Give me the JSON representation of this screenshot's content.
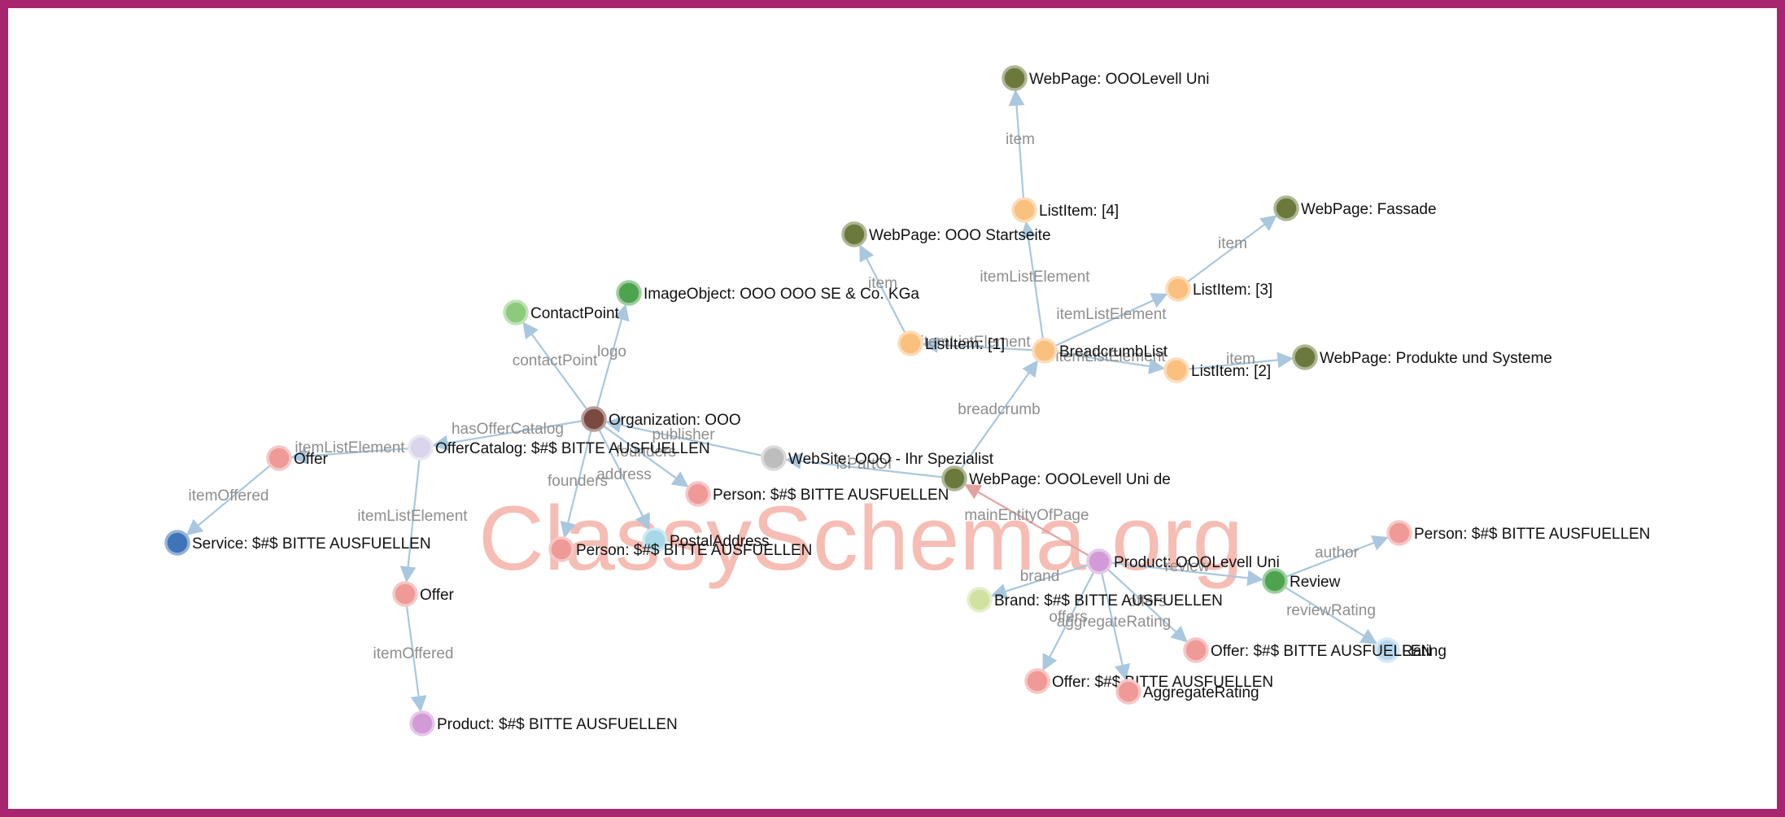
{
  "watermark": "ClassySchema.org",
  "colors": {
    "frame": "#A8256F",
    "edge": "#A9C7DE",
    "edge_highlight": "#E3A29F",
    "dark_olive": "#6B7A3C",
    "peach": "#F9C07E",
    "salmon": "#EF9A97",
    "green": "#4EA44E",
    "light_green": "#8CCB7C",
    "brown": "#7A4A40",
    "lavender": "#DAD5EA",
    "gray": "#BDBDBD",
    "blue": "#3E74B8",
    "light_blue": "#A8D8E6",
    "orchid": "#D29BD8",
    "pale_green": "#CFE2A0",
    "pale_blue": "#B8D7EE"
  },
  "nodes": [
    {
      "id": "wp_uni",
      "label": "WebPage: OOOLevell Uni",
      "color": "dark_olive",
      "icon": "circle-node-icon"
    },
    {
      "id": "li4",
      "label": "ListItem: [4]",
      "color": "peach",
      "icon": "circle-node-icon"
    },
    {
      "id": "wp_start",
      "label": "WebPage: OOO Startseite",
      "color": "dark_olive",
      "icon": "circle-node-icon"
    },
    {
      "id": "wp_fassade",
      "label": "WebPage: Fassade",
      "color": "dark_olive",
      "icon": "circle-node-icon"
    },
    {
      "id": "li3",
      "label": "ListItem: [3]",
      "color": "peach",
      "icon": "circle-node-icon"
    },
    {
      "id": "li1",
      "label": "ListItem: [1]",
      "color": "peach",
      "icon": "circle-node-icon"
    },
    {
      "id": "bclist",
      "label": "BreadcrumbList",
      "color": "peach",
      "icon": "circle-node-icon"
    },
    {
      "id": "li2",
      "label": "ListItem: [2]",
      "color": "peach",
      "icon": "circle-node-icon"
    },
    {
      "id": "wp_prod",
      "label": "WebPage: Produkte und Systeme",
      "color": "dark_olive",
      "icon": "circle-node-icon"
    },
    {
      "id": "imgobj",
      "label": "ImageObject: OOO OOO SE & Co. KGa",
      "color": "green",
      "icon": "circle-node-icon"
    },
    {
      "id": "contact",
      "label": "ContactPoint",
      "color": "light_green",
      "icon": "circle-node-icon"
    },
    {
      "id": "org",
      "label": "Organization: OOO",
      "color": "brown",
      "icon": "circle-node-icon"
    },
    {
      "id": "offcat",
      "label": "OfferCatalog: $#$ BITTE AUSFUELLEN",
      "color": "lavender",
      "icon": "circle-node-icon"
    },
    {
      "id": "offer1",
      "label": "Offer",
      "color": "salmon",
      "icon": "circle-node-icon"
    },
    {
      "id": "service",
      "label": "Service: $#$ BITTE AUSFUELLEN",
      "color": "blue",
      "icon": "circle-node-icon"
    },
    {
      "id": "offer2",
      "label": "Offer",
      "color": "salmon",
      "icon": "circle-node-icon"
    },
    {
      "id": "prod_off",
      "label": "Product: $#$ BITTE AUSFUELLEN",
      "color": "orchid",
      "icon": "circle-node-icon"
    },
    {
      "id": "website",
      "label": "WebSite: OOO - Ihr Spezialist",
      "color": "gray",
      "icon": "circle-node-icon"
    },
    {
      "id": "person1",
      "label": "Person: $#$ BITTE AUSFUELLEN",
      "color": "salmon",
      "icon": "circle-node-icon"
    },
    {
      "id": "postal",
      "label": "PostalAddress",
      "color": "light_blue",
      "icon": "circle-node-icon"
    },
    {
      "id": "person2",
      "label": "Person: $#$ BITTE AUSFUELLEN",
      "color": "salmon",
      "icon": "circle-node-icon"
    },
    {
      "id": "wp_unide",
      "label": "WebPage: OOOLevell Uni de",
      "color": "dark_olive",
      "icon": "circle-node-icon"
    },
    {
      "id": "product",
      "label": "Product: OOOLevell Uni",
      "color": "orchid",
      "icon": "circle-node-icon"
    },
    {
      "id": "brand",
      "label": "Brand: $#$ BITTE AUSFUELLEN",
      "color": "pale_green",
      "icon": "circle-node-icon"
    },
    {
      "id": "review",
      "label": "Review",
      "color": "green",
      "icon": "circle-node-icon"
    },
    {
      "id": "person3",
      "label": "Person: $#$ BITTE AUSFUELLEN",
      "color": "salmon",
      "icon": "circle-node-icon"
    },
    {
      "id": "rating",
      "label": "Rating",
      "color": "pale_blue",
      "icon": "circle-node-icon"
    },
    {
      "id": "offer3",
      "label": "Offer: $#$ BITTE AUSFUELLEN",
      "color": "salmon",
      "icon": "circle-node-icon"
    },
    {
      "id": "offer4",
      "label": "Offer: $#$ BITTE AUSFUELLEN",
      "color": "salmon",
      "icon": "circle-node-icon"
    },
    {
      "id": "aggr",
      "label": "AggregateRating",
      "color": "salmon",
      "icon": "circle-node-icon"
    }
  ],
  "edges": [
    {
      "from": "li4",
      "to": "wp_uni",
      "label": "item"
    },
    {
      "from": "bclist",
      "to": "li4",
      "label": "itemListElement"
    },
    {
      "from": "li1",
      "to": "wp_start",
      "label": "item"
    },
    {
      "from": "li3",
      "to": "wp_fassade",
      "label": "item"
    },
    {
      "from": "bclist",
      "to": "li3",
      "label": "itemListElement"
    },
    {
      "from": "bclist",
      "to": "li1",
      "label": "itemListElement"
    },
    {
      "from": "bclist",
      "to": "li2",
      "label": "itemListElement"
    },
    {
      "from": "li2",
      "to": "wp_prod",
      "label": "item"
    },
    {
      "from": "wp_unide",
      "to": "bclist",
      "label": "breadcrumb"
    },
    {
      "from": "org",
      "to": "imgobj",
      "label": "logo"
    },
    {
      "from": "org",
      "to": "contact",
      "label": "contactPoint"
    },
    {
      "from": "org",
      "to": "offcat",
      "label": "hasOfferCatalog"
    },
    {
      "from": "offcat",
      "to": "offer1",
      "label": "itemListElement"
    },
    {
      "from": "offer1",
      "to": "service",
      "label": "itemOffered"
    },
    {
      "from": "offcat",
      "to": "offer2",
      "label": "itemListElement"
    },
    {
      "from": "offer2",
      "to": "prod_off",
      "label": "itemOffered"
    },
    {
      "from": "website",
      "to": "org",
      "label": "publisher"
    },
    {
      "from": "org",
      "to": "person1",
      "label": "founders"
    },
    {
      "from": "org",
      "to": "postal",
      "label": "address"
    },
    {
      "from": "org",
      "to": "person2",
      "label": "founders"
    },
    {
      "from": "wp_unide",
      "to": "website",
      "label": "isPartOf"
    },
    {
      "from": "product",
      "to": "wp_unide",
      "label": "mainEntityOfPage",
      "highlight": true
    },
    {
      "from": "product",
      "to": "brand",
      "label": "brand"
    },
    {
      "from": "product",
      "to": "review",
      "label": "review"
    },
    {
      "from": "review",
      "to": "person3",
      "label": "author"
    },
    {
      "from": "review",
      "to": "rating",
      "label": "reviewRating"
    },
    {
      "from": "product",
      "to": "offer3",
      "label": "offers"
    },
    {
      "from": "product",
      "to": "offer4",
      "label": "offers"
    },
    {
      "from": "product",
      "to": "aggr",
      "label": "aggregateRating"
    }
  ]
}
